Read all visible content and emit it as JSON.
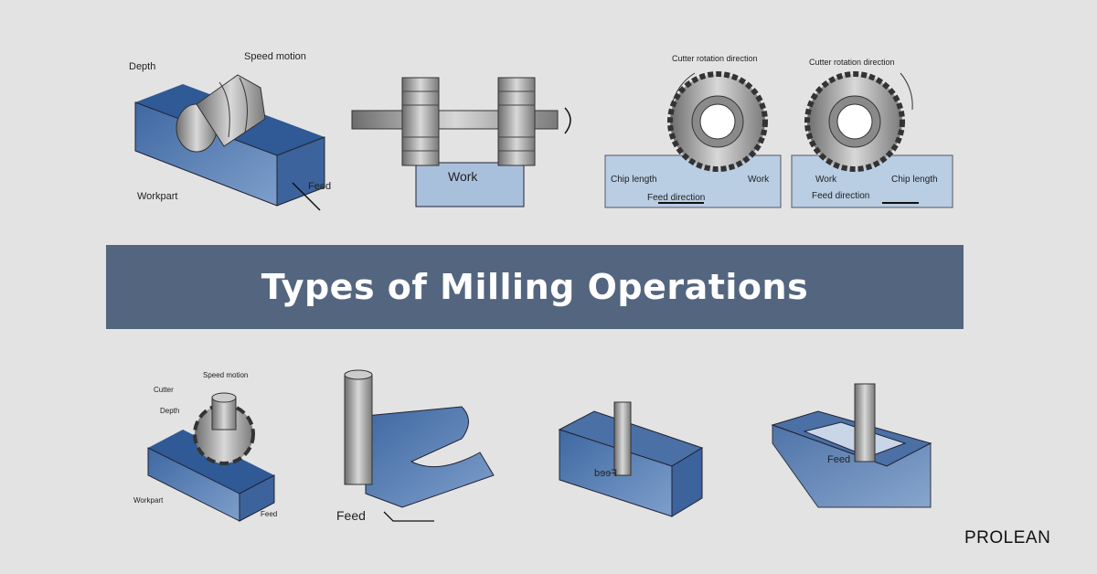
{
  "title": "Types of Milling Operations",
  "brand": "PROLEAN",
  "colors": {
    "background": "#e3e3e3",
    "banner": "#53657f",
    "work_blue": "#4f76ac",
    "work_light": "#a9c0dc",
    "cutter_gray": "#9a9a9a"
  },
  "diagrams": {
    "slab_milling": {
      "depth": "Depth",
      "speed_motion": "Speed motion",
      "workpart": "Workpart",
      "feed": "Feed"
    },
    "straddle_milling": {
      "work": "Work"
    },
    "up_milling": {
      "rotation": "Cutter rotation direction",
      "chip_length": "Chip length",
      "work": "Work",
      "feed_direction": "Feed direction"
    },
    "down_milling": {
      "rotation": "Cutter rotation direction",
      "work": "Work",
      "chip_length": "Chip length",
      "feed_direction": "Feed direction"
    },
    "face_milling": {
      "speed_motion": "Speed motion",
      "cutter": "Cutter",
      "depth": "Depth",
      "workpart": "Workpart",
      "feed": "Feed"
    },
    "profile_milling": {
      "feed": "Feed"
    },
    "contour_milling": {
      "feed": "Feed"
    },
    "pocket_milling": {
      "feed": "Feed"
    }
  }
}
